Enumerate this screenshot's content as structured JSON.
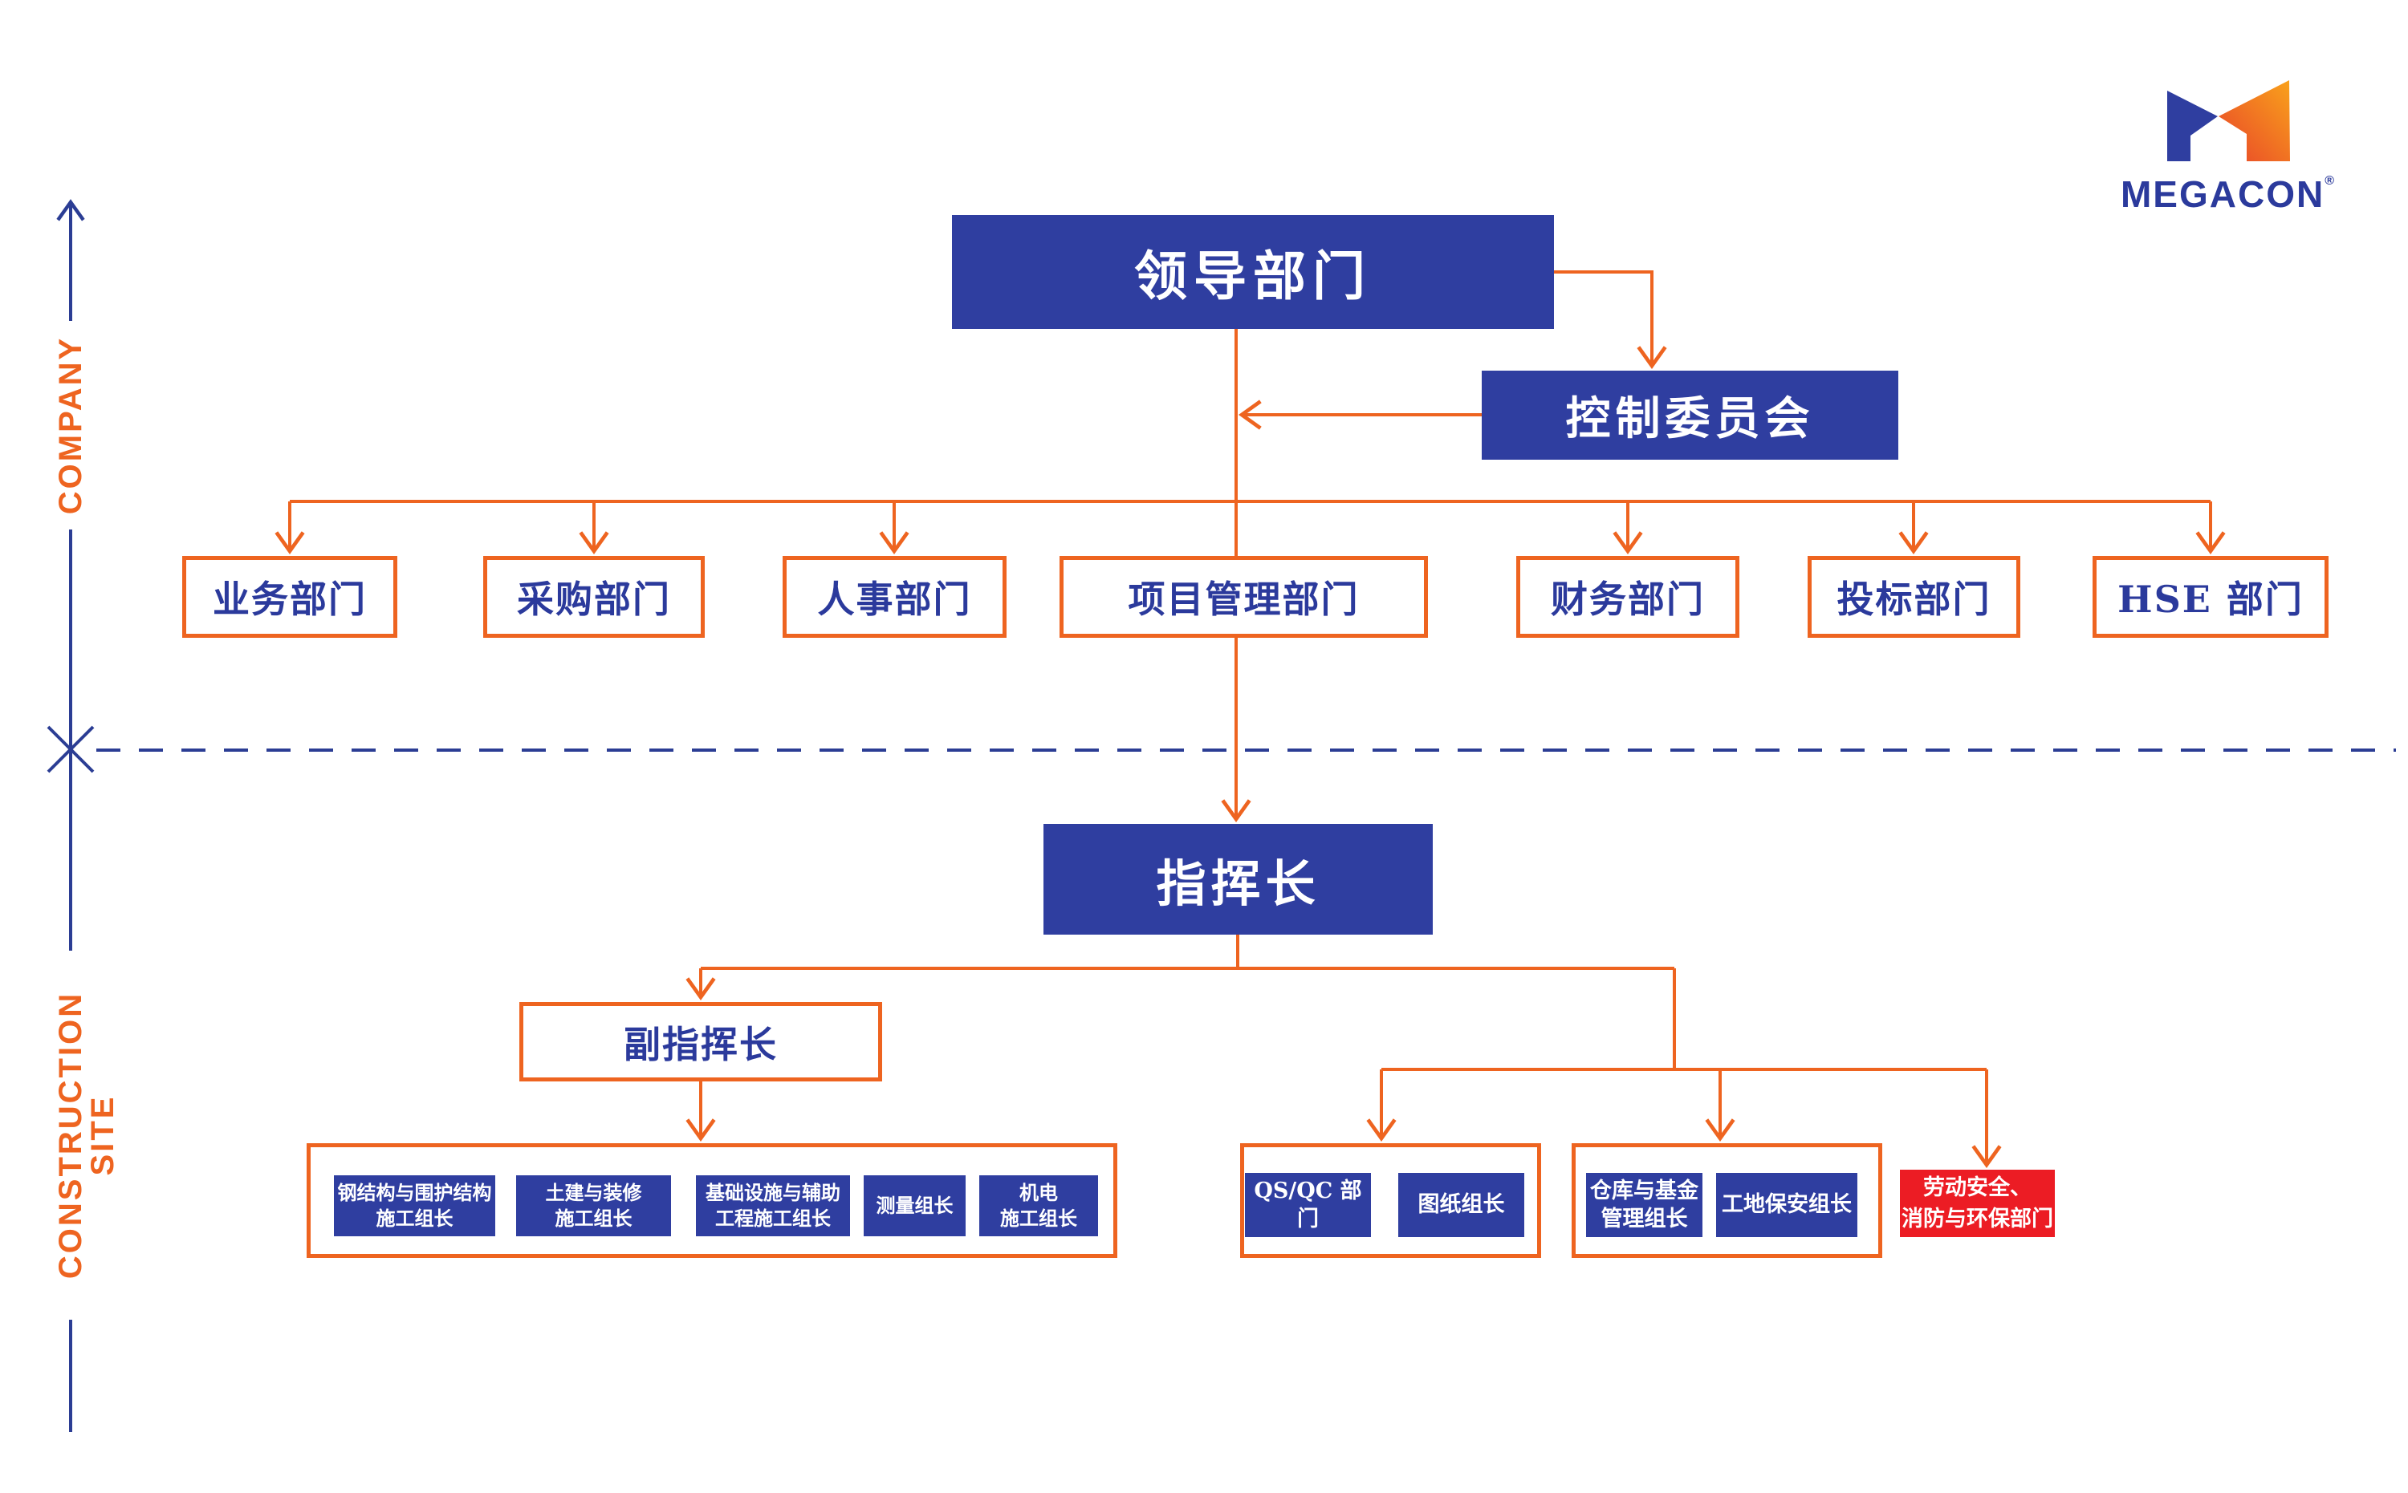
{
  "logo": {
    "brand": "MEGACON",
    "registered": "®"
  },
  "side_axis": {
    "company": "COMPANY",
    "construction_site": "CONSTRUCTION SITE"
  },
  "nodes": {
    "leadership": "领导部门",
    "control_committee": "控制委员会",
    "departments": [
      "业务部门",
      "采购部门",
      "人事部门",
      "项目管理部门",
      "财务部门",
      "投标部门",
      "HSE 部门"
    ],
    "commander": "指挥长",
    "deputy_commander": "副指挥长",
    "construction_groups": [
      "钢结构与围护结构\n施工组长",
      "土建与装修\n施工组长",
      "基础设施与辅助\n工程施工组长",
      "测量组长",
      "机电\n施工组长"
    ],
    "quality_groups": [
      "QS/QC 部门",
      "图纸组长"
    ],
    "logistics_groups": [
      "仓库与基金\n管理组长",
      "工地保安组长"
    ],
    "safety_department": "劳动安全、\n消防与环保部门"
  },
  "colors": {
    "primary_blue": "#2F3EA0",
    "accent_orange": "#EE6420",
    "alert_red": "#EC1C24",
    "axis_blue": "#2B3D94",
    "text_blue": "#2B3A9C",
    "logo_orange_start": "#E8432A",
    "logo_orange_end": "#F9A21B"
  }
}
